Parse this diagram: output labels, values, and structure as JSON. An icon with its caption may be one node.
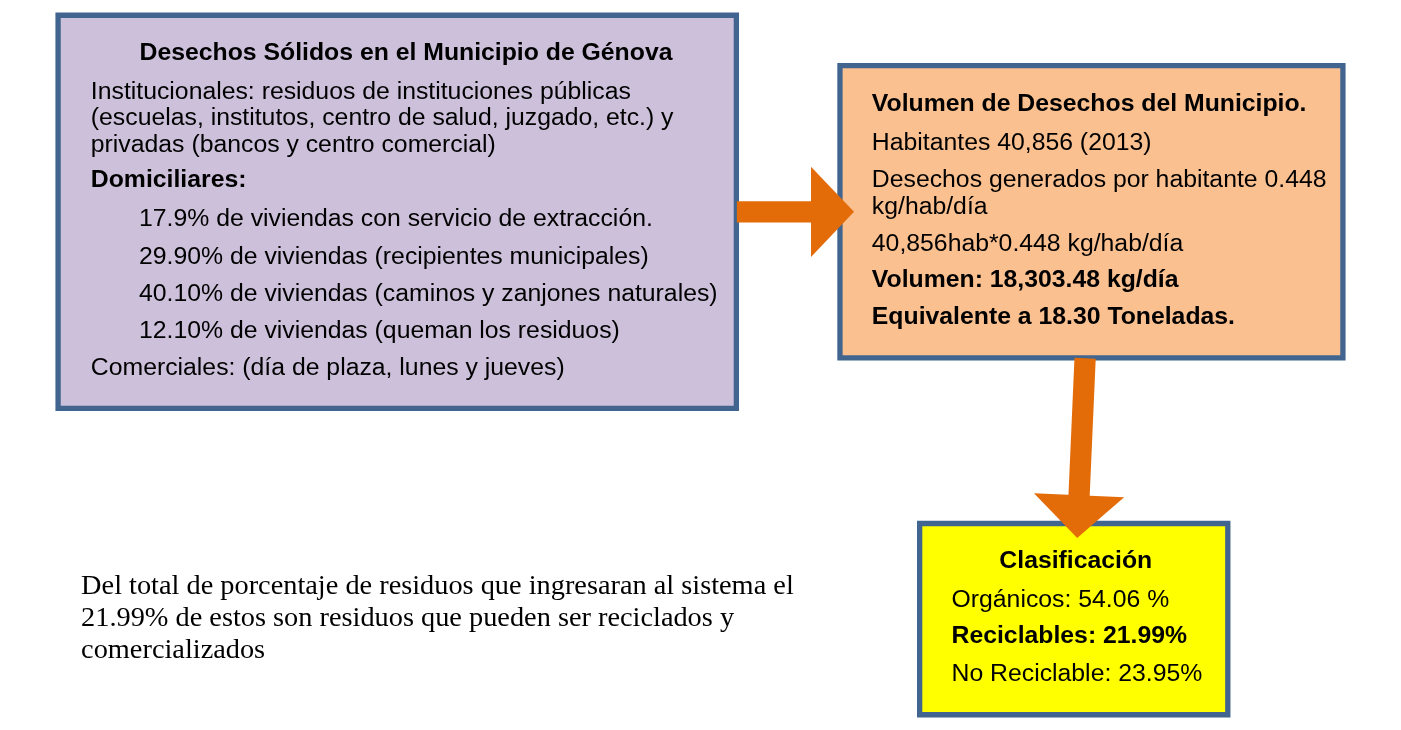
{
  "diagram": {
    "nodes": [
      {
        "text": [
          "Desechos Sólidos en el Municipio de Génova",
          "Institucionales: residuos de instituciones públicas (escuelas, institutos, centro de salud, juzgado, etc.) y privadas (bancos y centro comercial)",
          "**Domiciliares:**",
          "17.9% de viviendas con servicio de extracción.",
          "29.90% de viviendas (recipientes municipales)",
          "40.10% de viviendas (caminos y zanjones naturales)",
          "12.10% de viviendas (queman los residuos)",
          "Comerciales: (día de plaza, lunes y jueves)"
        ]
      },
      {
        "text": [
          "**Volumen de Desechos del Municipio.**",
          "Habitantes 40,856 (2013)",
          "Desechos generados por habitante 0.448 kg/hab/día",
          "40,856hab*0.448 kg/hab/día",
          "**Volumen: 18,303.48 kg/día**",
          "**Equivalente a 18.30 Toneladas.**"
        ]
      },
      {
        "text": [
          "Clasificación",
          "Orgánicos: 54.06 %",
          "**Reciclables: 21.99%**",
          "No Reciclable: 23.95%"
        ]
      }
    ],
    "edges": [
      {
        "from": 0,
        "to": 1,
        "arrow": "to"
      },
      {
        "from": 1,
        "to": 2,
        "arrow": "to"
      }
    ],
    "labels": [
      "Del total de porcentaje de residuos que ingresaran al sistema el 21.99% de estos son residuos que pueden ser reciclados y comercializados"
    ]
  }
}
